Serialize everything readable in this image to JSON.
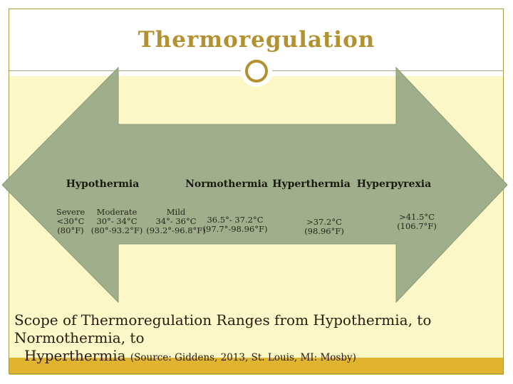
{
  "slide_title": "Thermoregulation",
  "diagram": {
    "type": "range-arrow",
    "description": "Double-headed arrow showing body temperature ranges",
    "categories": [
      {
        "name": "Hypothermia",
        "ranges": [
          {
            "severity": "Severe",
            "celsius": "<30°C",
            "fahrenheit": "(80°F)"
          },
          {
            "severity": "Moderate",
            "celsius": "30°- 34°C",
            "fahrenheit": "(80°-93.2°F)"
          },
          {
            "severity": "Mild",
            "celsius": "34°- 36°C",
            "fahrenheit": "(93.2°-96.8°F)"
          }
        ]
      },
      {
        "name": "Normothermia",
        "celsius": "36.5°- 37.2°C",
        "fahrenheit": "(97.7°-98.96°F)"
      },
      {
        "name": "Hyperthermia",
        "celsius": ">37.2°C",
        "fahrenheit": "(98.96°F)"
      },
      {
        "name": "Hyperpyrexia",
        "celsius": ">41.5°C",
        "fahrenheit": "(106.7°F)"
      }
    ]
  },
  "caption": {
    "line1": "Scope of Thermoregulation Ranges from Hypothermia, to Normothermia, to",
    "line2_main": "Hyperthermia ",
    "line2_source": "(Source: Giddens, 2013, St. Louis, MI: Mosby)"
  },
  "colors": {
    "title_gold": "#b39130",
    "bottom_bar_gold": "#e0b42e",
    "arrow_green": "#9fae8b",
    "background_pale_yellow": "#fbf7c6",
    "frame_border_olive": "#a29a44",
    "caption_text_brown": "#2b1a0a"
  }
}
